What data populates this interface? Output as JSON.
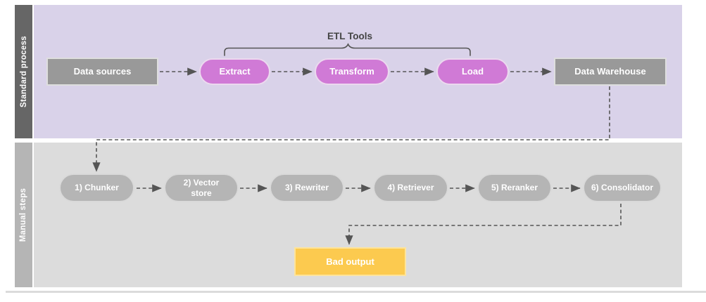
{
  "lanes": [
    {
      "label": "Standard process"
    },
    {
      "label": "Manual steps"
    }
  ],
  "standard_process": {
    "etl_tools_label": "ETL Tools",
    "data_sources": "Data sources",
    "extract": "Extract",
    "transform": "Transform",
    "load": "Load",
    "data_warehouse": "Data Warehouse"
  },
  "manual_steps": {
    "steps": [
      "1) Chunker",
      "2) Vector store",
      "3) Rewriter",
      "4) Retriever",
      "5) Reranker",
      "6) Consolidator"
    ],
    "bad_output": "Bad output"
  },
  "colors": {
    "lane-standard-bg": "#d9d2e9",
    "lane-standard-label-bg": "#666666",
    "lane-manual-bg": "#dcdcdc",
    "lane-manual-label-bg": "#b5b5b5",
    "gray-box": "#999999",
    "etl-pill": "#d07ad6",
    "manual-pill": "#b5b5b5",
    "bad-output": "#fcca4f",
    "connector": "#555555",
    "etl-label-text": "#444444"
  }
}
